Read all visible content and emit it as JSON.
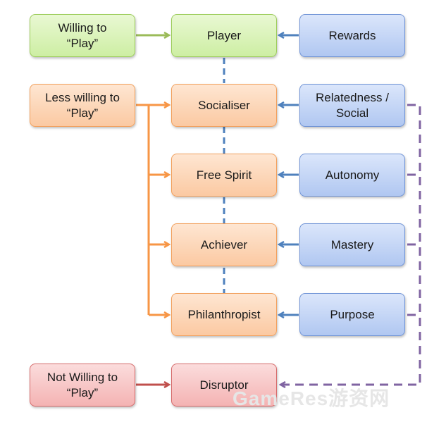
{
  "left_column": {
    "willing": "Willing to\n“Play”",
    "less_willing": "Less willing to\n“Play”",
    "not_willing": "Not Willing to\n“Play”"
  },
  "middle_column": {
    "player": "Player",
    "socialiser": "Socialiser",
    "free_spirit": "Free Spirit",
    "achiever": "Achiever",
    "philanthropist": "Philanthropist",
    "disruptor": "Disruptor"
  },
  "right_column": {
    "rewards": "Rewards",
    "relatedness": "Relatedness /\nSocial",
    "autonomy": "Autonomy",
    "mastery": "Mastery",
    "purpose": "Purpose"
  },
  "colors": {
    "green_arrow": "#9bbb59",
    "orange_arrow": "#f79646",
    "blue_arrow": "#4f81bd",
    "red_arrow": "#c0504d",
    "purple_dashed": "#8064a2"
  },
  "watermark": "GameRes游资网"
}
